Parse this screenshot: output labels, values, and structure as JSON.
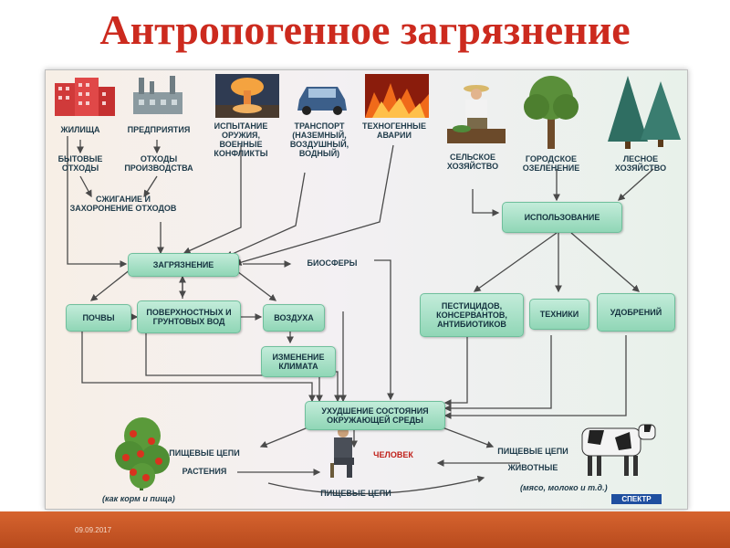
{
  "title": "Антропогенное загрязнение",
  "date": "09.09.2017",
  "sources": {
    "housing": "ЖИЛИЩА",
    "enterprises": "ПРЕДПРИЯТИЯ",
    "weapons": "ИСПЫТАНИЕ ОРУЖИЯ, ВОЕННЫЕ КОНФЛИКТЫ",
    "transport": "ТРАНСПОРТ (НАЗЕМНЫЙ, ВОЗДУШНЫЙ, ВОДНЫЙ)",
    "accidents": "ТЕХНОГЕННЫЕ АВАРИИ",
    "agriculture": "СЕЛЬСКОЕ ХОЗЯЙСТВО",
    "urban_greening": "ГОРОДСКОЕ ОЗЕЛЕНЕНИЕ",
    "forestry": "ЛЕСНОЕ ХОЗЯЙСТВО"
  },
  "wastes": {
    "household": "БЫТОВЫЕ ОТХОДЫ",
    "production": "ОТХОДЫ ПРОИЗВОДСТВА",
    "incineration": "СЖИГАНИЕ И ЗАХОРОНЕНИЕ ОТХОДОВ"
  },
  "boxes": {
    "pollution": "ЗАГРЯЗНЕНИЕ",
    "biosphere": "БИОСФЕРЫ",
    "soil": "ПОЧВЫ",
    "water": "ПОВЕРХНОСТНЫХ И ГРУНТОВЫХ ВОД",
    "air": "ВОЗДУХА",
    "climate": "ИЗМЕНЕНИЕ КЛИМАТА",
    "use": "ИСПОЛЬЗОВАНИЕ",
    "pesticides": "ПЕСТИЦИДОВ, КОНСЕРВАНТОВ, АНТИБИОТИКОВ",
    "machinery": "ТЕХНИКИ",
    "fertilizers": "УДОБРЕНИЙ",
    "degradation": "УХУДШЕНИЕ СОСТОЯНИЯ ОКРУЖАЮЩЕЙ СРЕДЫ"
  },
  "bottom": {
    "food_chains_left": "ПИЩЕВЫЕ ЦЕПИ",
    "plants": "РАСТЕНИЯ",
    "human": "ЧЕЛОВЕК",
    "food_chains_right": "ПИЩЕВЫЕ ЦЕПИ",
    "animals": "ЖИВОТНЫЕ",
    "food_chains_bottom": "ПИЩЕВЫЕ ЦЕПИ",
    "note_left": "(как корм и пища)",
    "note_right": "(мясо, молоко и т.д.)"
  },
  "logo": "СПЕКТР",
  "colors": {
    "title": "#cc2a1e",
    "box": "#90d6b6",
    "footer": "#c4531f",
    "arrow": "#4a4a4a"
  }
}
